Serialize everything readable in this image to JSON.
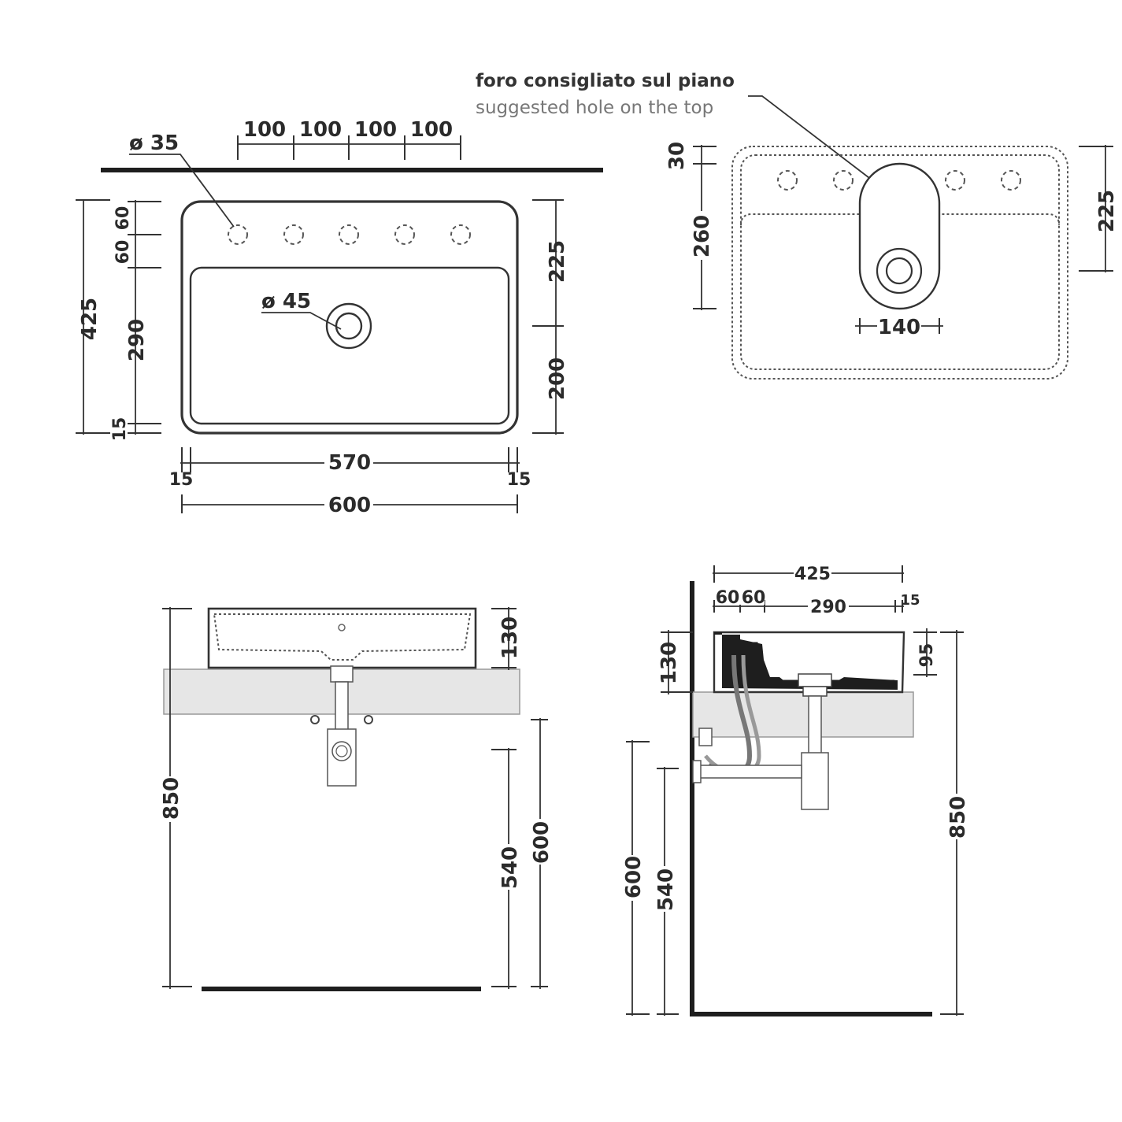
{
  "top_view": {
    "hole_diameter": "ø 35",
    "drain_diameter": "ø 45",
    "hole_spacing": [
      "100",
      "100",
      "100",
      "100"
    ],
    "depth_total": "425",
    "depth_hole_1": "60",
    "depth_hole_2": "60",
    "depth_basin": "290",
    "depth_rim": "15",
    "right_upper": "225",
    "right_lower": "200",
    "width_inner": "570",
    "width_rim_left": "15",
    "width_rim_right": "15",
    "width_total": "600"
  },
  "hole_view": {
    "label_it": "foro consigliato sul piano",
    "label_en": "suggested hole on the top",
    "dim_top": "30",
    "dim_left": "260",
    "dim_right": "225",
    "dim_width": "140"
  },
  "front_view": {
    "basin_height": "130",
    "height_total": "850",
    "height_trap": "540",
    "height_supply": "600"
  },
  "side_view": {
    "depth_total": "425",
    "seg_a": "60",
    "seg_b": "60",
    "seg_c": "290",
    "seg_d": "15",
    "basin_height": "130",
    "bowl_depth": "95",
    "height_total": "850",
    "height_supply": "600",
    "height_trap": "540"
  }
}
